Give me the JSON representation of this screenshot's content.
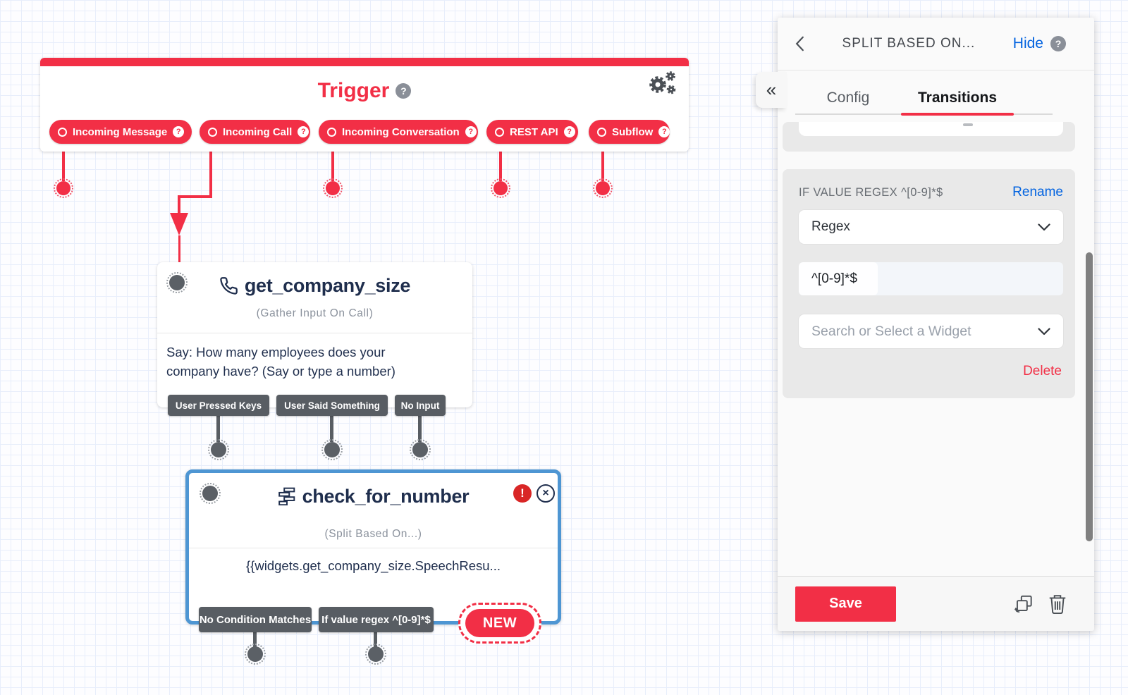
{
  "icons": {
    "help_glyph": "?",
    "collapse_glyph": "«",
    "error_glyph": "!",
    "close_glyph": "×"
  },
  "canvas": {
    "trigger": {
      "title": "Trigger",
      "pills": [
        {
          "label": "Incoming Message"
        },
        {
          "label": "Incoming Call"
        },
        {
          "label": "Incoming Conversation"
        },
        {
          "label": "REST API"
        },
        {
          "label": "Subflow"
        }
      ]
    },
    "gather_widget": {
      "name": "get_company_size",
      "type_label": "(Gather Input On Call)",
      "body_line1": "Say: How many employees does your",
      "body_line2": "company have? (Say or type a number)",
      "transitions": [
        {
          "label": "User Pressed Keys"
        },
        {
          "label": "User Said Something"
        },
        {
          "label": "No Input"
        }
      ]
    },
    "split_widget": {
      "name": "check_for_number",
      "type_label": "(Split Based On...)",
      "body": "{{widgets.get_company_size.SpeechResu...",
      "transitions": [
        {
          "label": "No Condition Matches"
        },
        {
          "label": "If value regex ^[0-9]*$"
        }
      ],
      "new_button_label": "NEW"
    }
  },
  "panel": {
    "title": "SPLIT BASED ON...",
    "hide_label": "Hide",
    "tabs": [
      {
        "label": "Config"
      },
      {
        "label": "Transitions"
      }
    ],
    "active_tab": "Transitions",
    "condition_section": {
      "heading": "IF VALUE REGEX ^[0-9]*$",
      "rename_label": "Rename",
      "condition_type_value": "Regex",
      "regex_value": "^[0-9]*$",
      "widget_select_placeholder": "Search or Select a Widget",
      "delete_label": "Delete"
    },
    "footer": {
      "save_label": "Save"
    }
  },
  "colors": {
    "brand_red": "#f22f46",
    "link_blue": "#0263e0",
    "selected_blue": "#4e96d3",
    "navy": "#1f2e4d",
    "transition_gray": "#585d63"
  }
}
